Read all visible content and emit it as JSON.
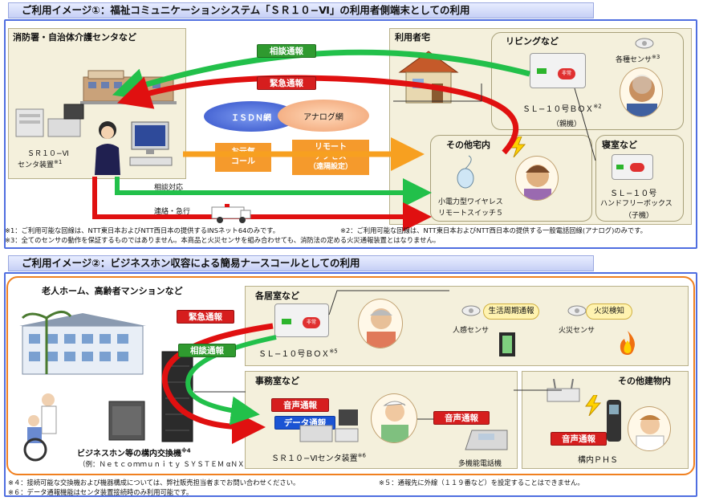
{
  "section1": {
    "title": "ご利用イメージ①：福祉コミュニケーションシステム「ＳＲ１０−Ⅵ」の利用者側端末としての利用",
    "center_box": {
      "title": "消防署・自治体介護センタなど",
      "device_label_line1": "ＳＲ１０−Ⅵ",
      "device_label_line2": "センタ装置",
      "device_mark": "※1"
    },
    "user_home_title": "利用者宅",
    "living": {
      "title": "リビングなど",
      "sensor_label": "各種センサ",
      "sensor_mark": "※3",
      "device_label": "ＳＬ−１０号ＢＯＸ",
      "device_mark": "※2",
      "device_sub": "（親機）"
    },
    "other_room": {
      "title": "その他宅内",
      "switch_line1": "小電力型ワイヤレス",
      "switch_line2": "リモートスイッチ５"
    },
    "bedroom": {
      "title": "寝室など",
      "device_line1": "ＳＬ−１０号",
      "device_line2": "ハンドフリーボックス",
      "device_line3": "（子機）"
    },
    "arrows": {
      "consult": "相談通報",
      "emergency": "緊急通報",
      "isdn": "ＩＳＤＮ網",
      "analog": "アナログ網",
      "genki_line1": "お元気",
      "genki_line2": "コール",
      "remote_line1": "リモート",
      "remote_line2": "アクセス",
      "remote_line3": "（遠隔設定）",
      "consult_response": "相談対応",
      "contact_dispatch": "連絡・急行"
    },
    "device_panel": {
      "green": "",
      "red": "非常"
    },
    "notes": [
      "※1：ご利用可能な回線は、NTT東日本およびNTT西日本の提供するINSネット64のみです。",
      "※2：ご利用可能な回線は、NTT東日本およびNTT西日本の提供する一般電話回線(アナログ)のみです。",
      "※3：全てのセンサの動作を保証するものではありません。本商品と火災センサを組み合わせても、消防法の定める火災通報装置とはなりません。"
    ]
  },
  "section2": {
    "title": "ご利用イメージ②：ビジネスホン収容による簡易ナースコールとしての利用",
    "facility_title": "老人ホーム、高齢者マンションなど",
    "pbx_label": "ビジネスホン等の構内交換機",
    "pbx_mark": "※4",
    "pbx_example": "（例：Ｎｅｔｃｏｍｍｕｎｉｔｙ ＳＹＳＴＥＭ αＮＸ）",
    "rooms": {
      "title": "各居室など",
      "device_label": "ＳＬ−１０号ＢＯＸ",
      "device_mark": "※5",
      "motion_sensor": "人感センサ",
      "life_cycle": "生活周期通報",
      "fire_sensor": "火災センサ",
      "fire_detect": "火災検知"
    },
    "office": {
      "title": "事務室など",
      "voice": "音声通報",
      "data": "データ通報",
      "center_label": "ＳＲ１０−Ⅵセンタ装置",
      "center_mark": "※6",
      "phone_voice": "音声通報",
      "phone_label": "多機能電話機"
    },
    "other_building": {
      "title": "その他建物内",
      "voice": "音声通報",
      "phs": "構内ＰＨＳ"
    },
    "arrows": {
      "emergency": "緊急通報",
      "consult": "相談通報"
    },
    "device_panel": {
      "green": "",
      "red": "非常"
    },
    "notes": [
      "※４：接続可能な交換機および機器構成については、弊社販売担当者までお問い合わせください。",
      "※５：通報先に外線（１１９番など）を設定することはできません。",
      "※６：データ通報機能はセンタ装置接続時のみ利用可能です。"
    ]
  }
}
